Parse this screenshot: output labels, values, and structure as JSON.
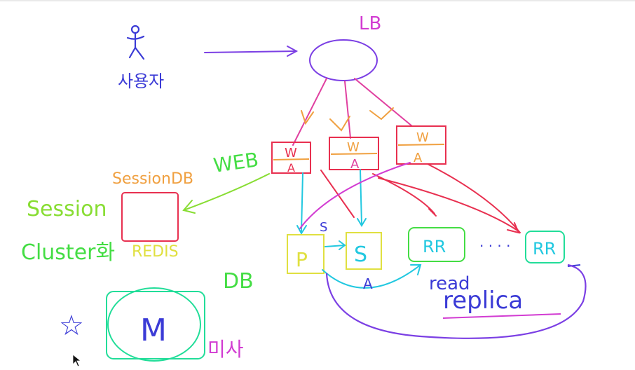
{
  "labels": {
    "user_icon_text": "사용자",
    "lb": "LB",
    "web_group": "WEB",
    "web_box": "W",
    "was_box": "A",
    "session_db": "SessionDB",
    "session": "Session",
    "cluster": "Cluster화",
    "redis": "REDIS",
    "db": "DB",
    "primary": "P",
    "secondary": "S",
    "sync_label": "S",
    "async_label": "A",
    "rr": "RR",
    "dots": "· · · ·",
    "read": "read",
    "replica": "replica",
    "star": "☆",
    "m": "M",
    "m_suffix": "미사"
  },
  "colors": {
    "purple": "#7b3fe4",
    "blue": "#3b3bd6",
    "pink": "#e040a0",
    "magenta": "#d23cd2",
    "orange": "#f0a040",
    "red": "#e83050",
    "green": "#44dd44",
    "lime": "#88dd33",
    "cyan": "#22c8e0",
    "yellow": "#e0e040",
    "teal": "#22dd99"
  }
}
